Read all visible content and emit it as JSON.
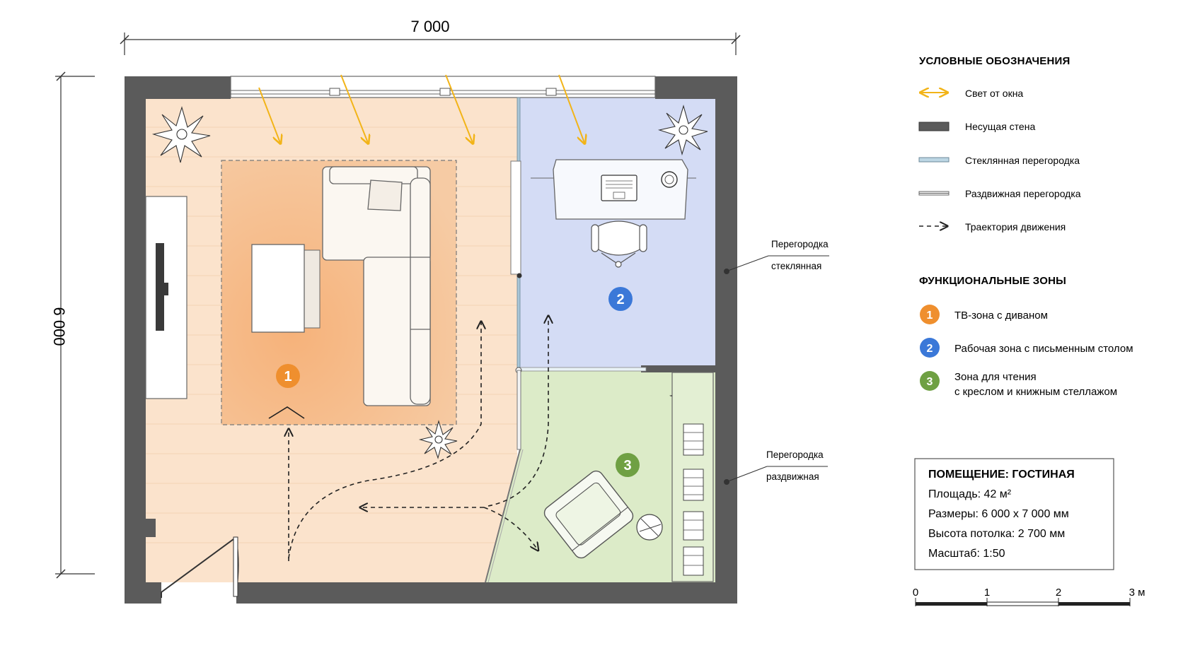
{
  "dimensions": {
    "width_label": "7 000",
    "height_label": "6 000"
  },
  "legend": {
    "title": "УСЛОВНЫЕ ОБОЗНАЧЕНИЯ",
    "items": [
      {
        "key": "light",
        "label": "Свет от окна"
      },
      {
        "key": "bearing_wall",
        "label": "Несущая стена"
      },
      {
        "key": "glass_partition",
        "label": "Стеклянная перегородка"
      },
      {
        "key": "sliding_partition",
        "label": "Раздвижная перегородка"
      },
      {
        "key": "path",
        "label": "Траектория движения"
      }
    ]
  },
  "zones": {
    "title": "ФУНКЦИОНАЛЬНЫЕ ЗОНЫ",
    "items": [
      {
        "number": "1",
        "label": "ТВ-зона с диваном",
        "color": "#ef8f2e"
      },
      {
        "number": "2",
        "label": "Рабочая зона с письменным столом",
        "color": "#3b78d8"
      },
      {
        "number": "3",
        "label_line1": "Зона для чтения",
        "label_line2": "с креслом и книжным стеллажом",
        "color": "#6fa043"
      }
    ]
  },
  "callouts": {
    "glass_line1": "Перегородка",
    "glass_line2": "стеклянная",
    "sliding_line1": "Перегородка",
    "sliding_line2": "раздвижная"
  },
  "info": {
    "room": "ПОМЕЩЕНИЕ: ГОСТИНАЯ",
    "area": "Площадь: 42 м²",
    "size": "Размеры: 6 000 x 7 000 мм",
    "ceiling": "Высота потолка: 2 700 мм",
    "scale": "Масштаб: 1:50"
  },
  "scale_bar": {
    "ticks": [
      "0",
      "1",
      "2",
      "3 м"
    ]
  },
  "colors": {
    "zone1_fill": "#fbe3cc",
    "zone2_fill": "#d4dcf5",
    "zone3_fill": "#dcebc8",
    "wall": "#5b5b5b",
    "light_arrow": "#f2b418"
  }
}
